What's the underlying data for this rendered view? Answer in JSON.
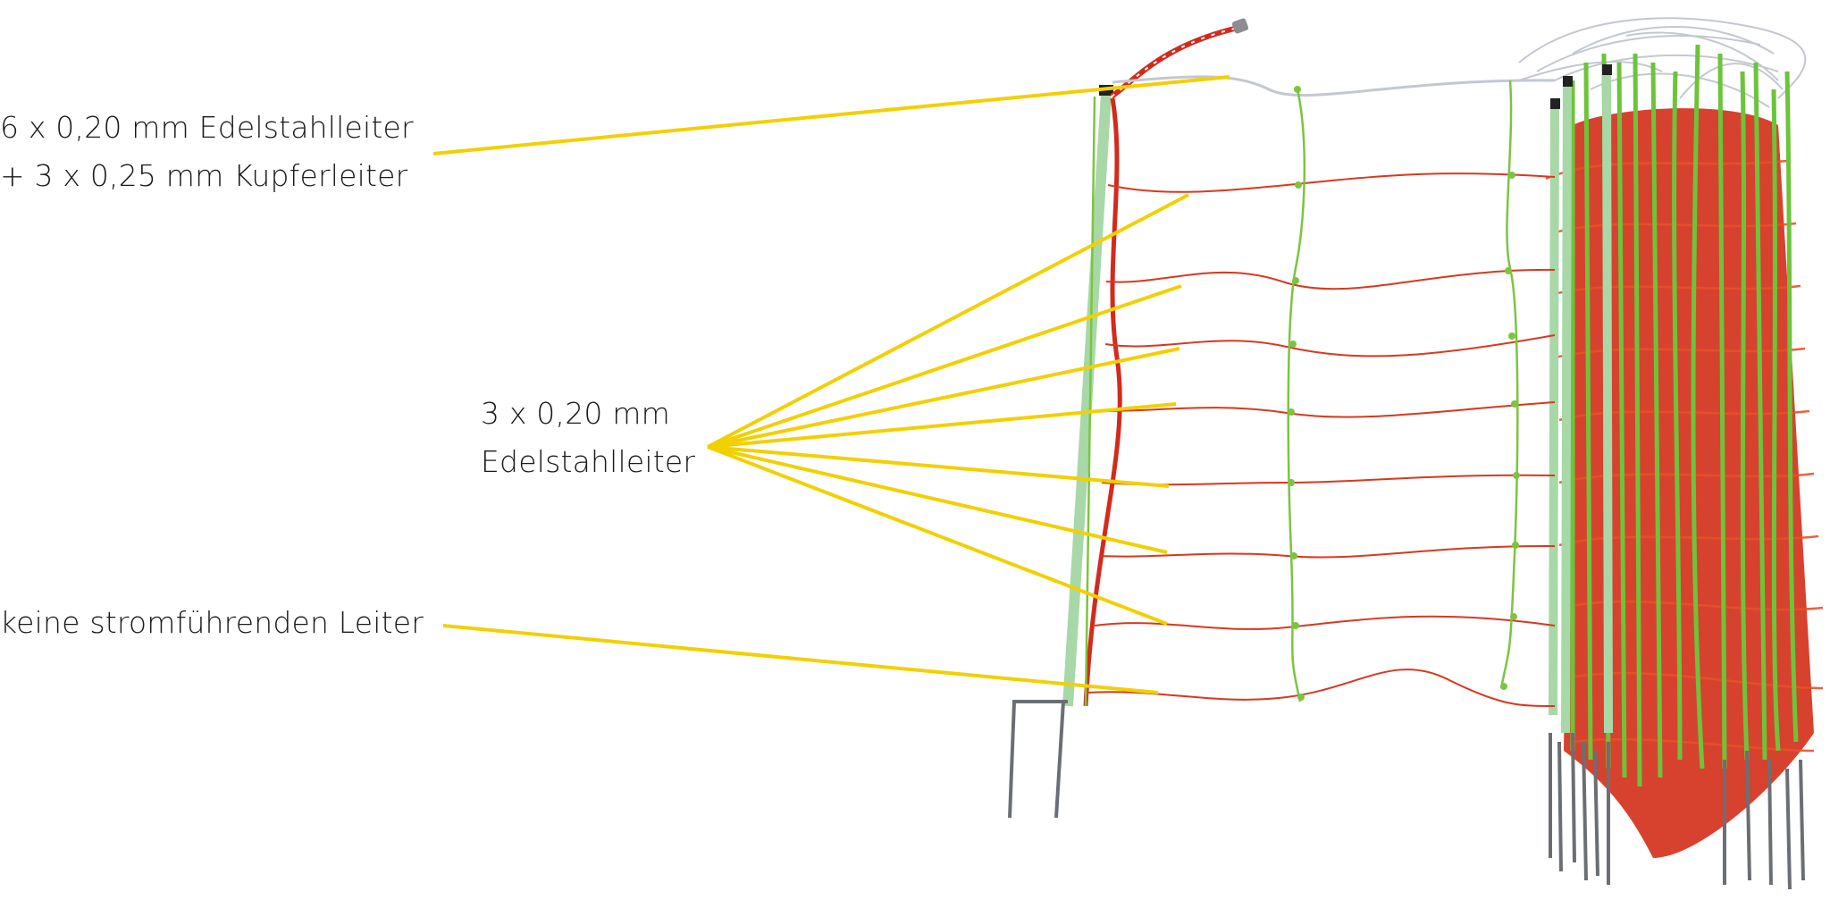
{
  "diagram": {
    "subject": "Elektro-Schafnetz (electric sheep fencing net) with callouts",
    "callouts": [
      {
        "id": "top",
        "lines": [
          "6 x 0,20 mm Edelstahlleiter",
          "+ 3 x 0,25 mm Kupferleiter"
        ],
        "points_to": "top strand (white/grey conductor)"
      },
      {
        "id": "middle",
        "lines": [
          "3 x 0,20 mm",
          "Edelstahlleiter"
        ],
        "points_to": "7 middle horizontal strands (red/orange conductors)"
      },
      {
        "id": "bottom",
        "lines": [
          "keine stromführenden Leiter"
        ],
        "points_to": "bottom strand"
      }
    ],
    "colors": {
      "callout_line": "#f2d000",
      "label_text": "#1a1a1a",
      "conductor_red": "#d9381e",
      "conductor_white": "#c8ccd2",
      "vertical_struts": "#7cc440",
      "post": "#a8d8a8",
      "spike": "#6b6f74",
      "background": "#ffffff"
    }
  }
}
